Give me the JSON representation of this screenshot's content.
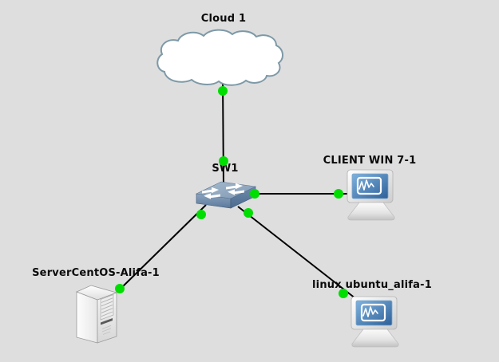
{
  "app": {
    "name": "network topology canvas"
  },
  "canvas": {
    "background_color": "#dedede",
    "link_color": "#000000",
    "link_status_up_color": "#00dd00"
  },
  "nodes": [
    {
      "label": "Cloud 1",
      "type": "cloud",
      "icon": "cloud-icon"
    },
    {
      "label": "SW1",
      "type": "ethernet-switch",
      "icon": "ethernet-switch-icon"
    },
    {
      "label": "CLIENT WIN 7-1",
      "type": "computer",
      "icon": "computer-monitor-icon"
    },
    {
      "label": "ServerCentOS-Alifa-1",
      "type": "server",
      "icon": "server-tower-icon"
    },
    {
      "label": "linux ubuntu_alifa-1",
      "type": "computer",
      "icon": "computer-monitor-icon"
    }
  ],
  "links": [
    {
      "from": "Cloud 1",
      "to": "SW1",
      "status": "up"
    },
    {
      "from": "SW1",
      "to": "CLIENT WIN 7-1",
      "status": "up"
    },
    {
      "from": "SW1",
      "to": "ServerCentOS-Alifa-1",
      "status": "up"
    },
    {
      "from": "SW1",
      "to": "linux ubuntu_alifa-1",
      "status": "up"
    }
  ]
}
